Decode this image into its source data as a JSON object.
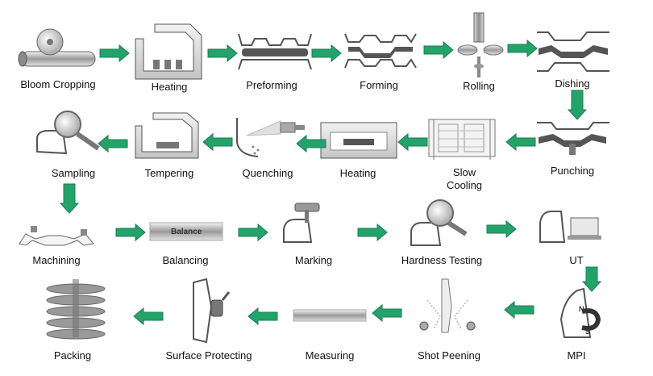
{
  "colors": {
    "arrow": "#23a36a",
    "arrow_stroke": "#1f7c55",
    "metal": "#a9a9a9",
    "outline": "#4d4d4d"
  },
  "steps": [
    {
      "label": "Bloom Cropping"
    },
    {
      "label": "Heating"
    },
    {
      "label": "Preforming"
    },
    {
      "label": "Forming"
    },
    {
      "label": "Rolling"
    },
    {
      "label": "Dishing"
    },
    {
      "label": "Punching"
    },
    {
      "label": "Slow\nCooling"
    },
    {
      "label": "Heating"
    },
    {
      "label": "Quenching"
    },
    {
      "label": "Tempering"
    },
    {
      "label": "Sampling"
    },
    {
      "label": "Machining"
    },
    {
      "label": "Balancing"
    },
    {
      "label": "Marking"
    },
    {
      "label": "Hardness Testing"
    },
    {
      "label": "UT"
    },
    {
      "label": "MPI"
    },
    {
      "label": "Shot Peening"
    },
    {
      "label": "Measuring"
    },
    {
      "label": "Surface Protecting"
    },
    {
      "label": "Packing"
    }
  ],
  "balance_text": "Balance",
  "mpi_letters": {
    "n": "N",
    "s": "S"
  }
}
